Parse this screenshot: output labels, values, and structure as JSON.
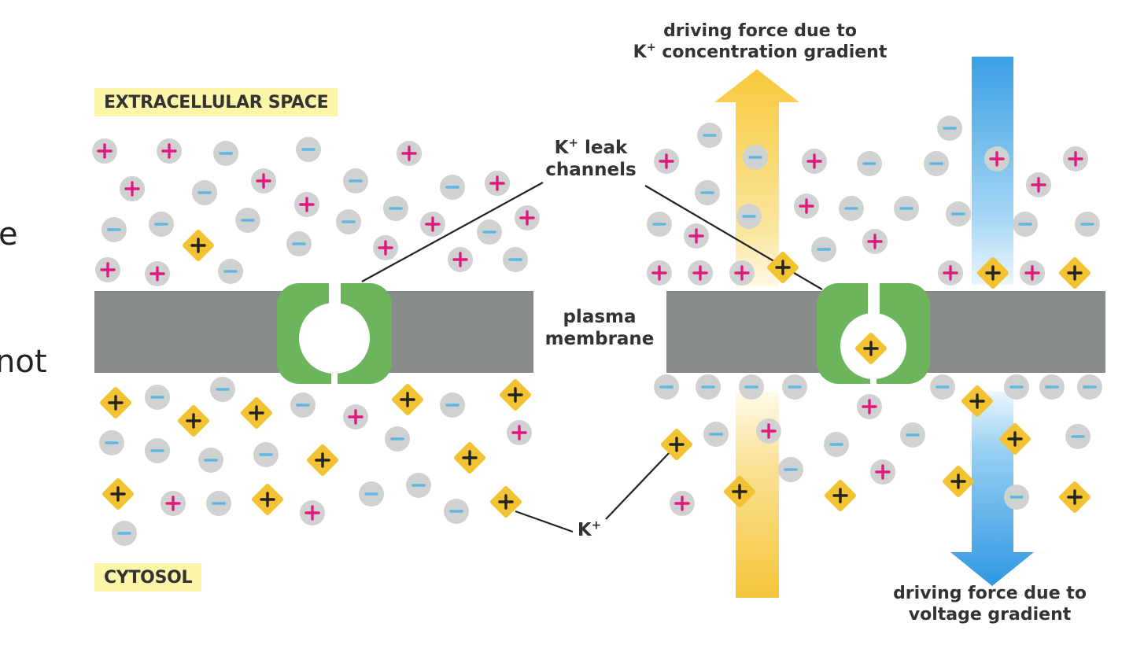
{
  "labels": {
    "extracellular": "EXTRACELLULAR SPACE",
    "cytosol": "CYTOSOL",
    "leak_ion": "K",
    "leak_suffix": "leak",
    "leak_line2": "channels",
    "membrane_line1": "plasma",
    "membrane_line2": "membrane",
    "conc_line1": "driving force due to",
    "conc_line2_ion": "K",
    "conc_line2_rest": "concentration gradient",
    "volt_line1": "driving force due to",
    "volt_line2": "voltage gradient",
    "k_ion": "K",
    "superscript_plus": "+"
  },
  "cut_text": {
    "line1": "e",
    "line2": "not"
  },
  "colors": {
    "membrane": "#878b8a",
    "channel": "#6db55d",
    "k_ion": "#f2c233",
    "cation": "#e0197f",
    "anion": "#5fb6e0",
    "neutral_circle": "#cfd2d1",
    "concentration_arrow": "#f7c93a",
    "voltage_arrow": "#3a9fe4",
    "zone_label_bg": "#fdf6a8"
  },
  "icons": {
    "cation": "plus-circle-icon",
    "anion": "minus-circle-icon",
    "potassium": "plus-diamond-icon"
  }
}
